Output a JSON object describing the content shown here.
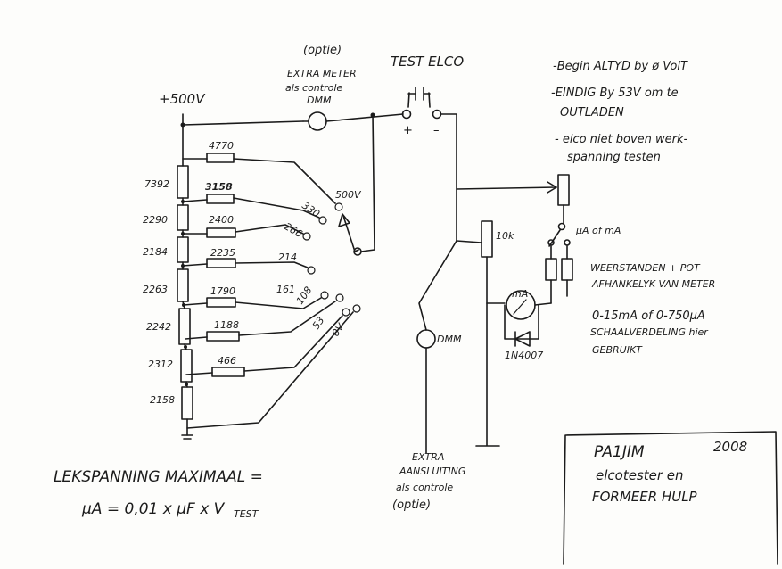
{
  "header": {
    "supply": "+500V",
    "option_top": "(optie)",
    "extra_meter_1": "EXTRA METER",
    "extra_meter_2": "als controle",
    "dmm_top": "DMM",
    "test_elco": "TEST ELCO",
    "plus": "+",
    "minus": "–"
  },
  "notes": [
    "-Begin ALTYD by ø VolT",
    "-EINDIG By 53V om te",
    "OUTLADEN",
    "- elco niet boven werk-",
    "spanning testen"
  ],
  "divider_resistors": [
    "7392",
    "2290",
    "2184",
    "2263",
    "2242",
    "2312",
    "2158"
  ],
  "series_resistors": [
    "4770",
    "3158",
    "2400",
    "2235",
    "1790",
    "1188",
    "466"
  ],
  "tap_voltages": [
    "500V",
    "330",
    "266",
    "214",
    "161",
    "108",
    "53",
    "0V"
  ],
  "right_circuit": {
    "resistor_10k": "10k",
    "ua_ma": "μA of mA",
    "meter_note_1": "WEERSTANDEN + POT",
    "meter_note_2": "AFHANKELYK VAN METER",
    "range_1": "0-15mA of 0-750μA",
    "range_2": "SCHAALVERDELING hier",
    "range_3": "GEBRUIKT",
    "meter_label": "mA",
    "diode": "1N4007",
    "dmm_label": "DMM"
  },
  "bottom_option": {
    "line1": "EXTRA",
    "line2": "AANSLUITING",
    "line3": "als controle",
    "line4": "(optie)"
  },
  "formula": {
    "line1": "LEKSPANNING MAXIMAAL =",
    "line2": "μA = 0,01 x μF x V",
    "subscript": "TEST"
  },
  "title_block": {
    "author": "PA1JIM",
    "year": "2008",
    "line1": "elcotester en",
    "line2": "FORMEER HULP"
  }
}
